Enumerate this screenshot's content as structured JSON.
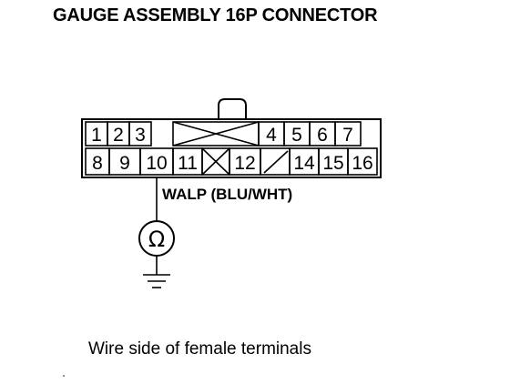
{
  "title": "GAUGE ASSEMBLY 16P CONNECTOR",
  "connector": {
    "top_row": [
      "1",
      "2",
      "3",
      "",
      "4",
      "5",
      "6",
      "7"
    ],
    "bottom_row": [
      "8",
      "9",
      "10",
      "11",
      "",
      "12",
      "",
      "14",
      "15",
      "16"
    ]
  },
  "wire_label": "WALP (BLU/WHT)",
  "meter_symbol": "Ω",
  "caption": "Wire side of female terminals"
}
